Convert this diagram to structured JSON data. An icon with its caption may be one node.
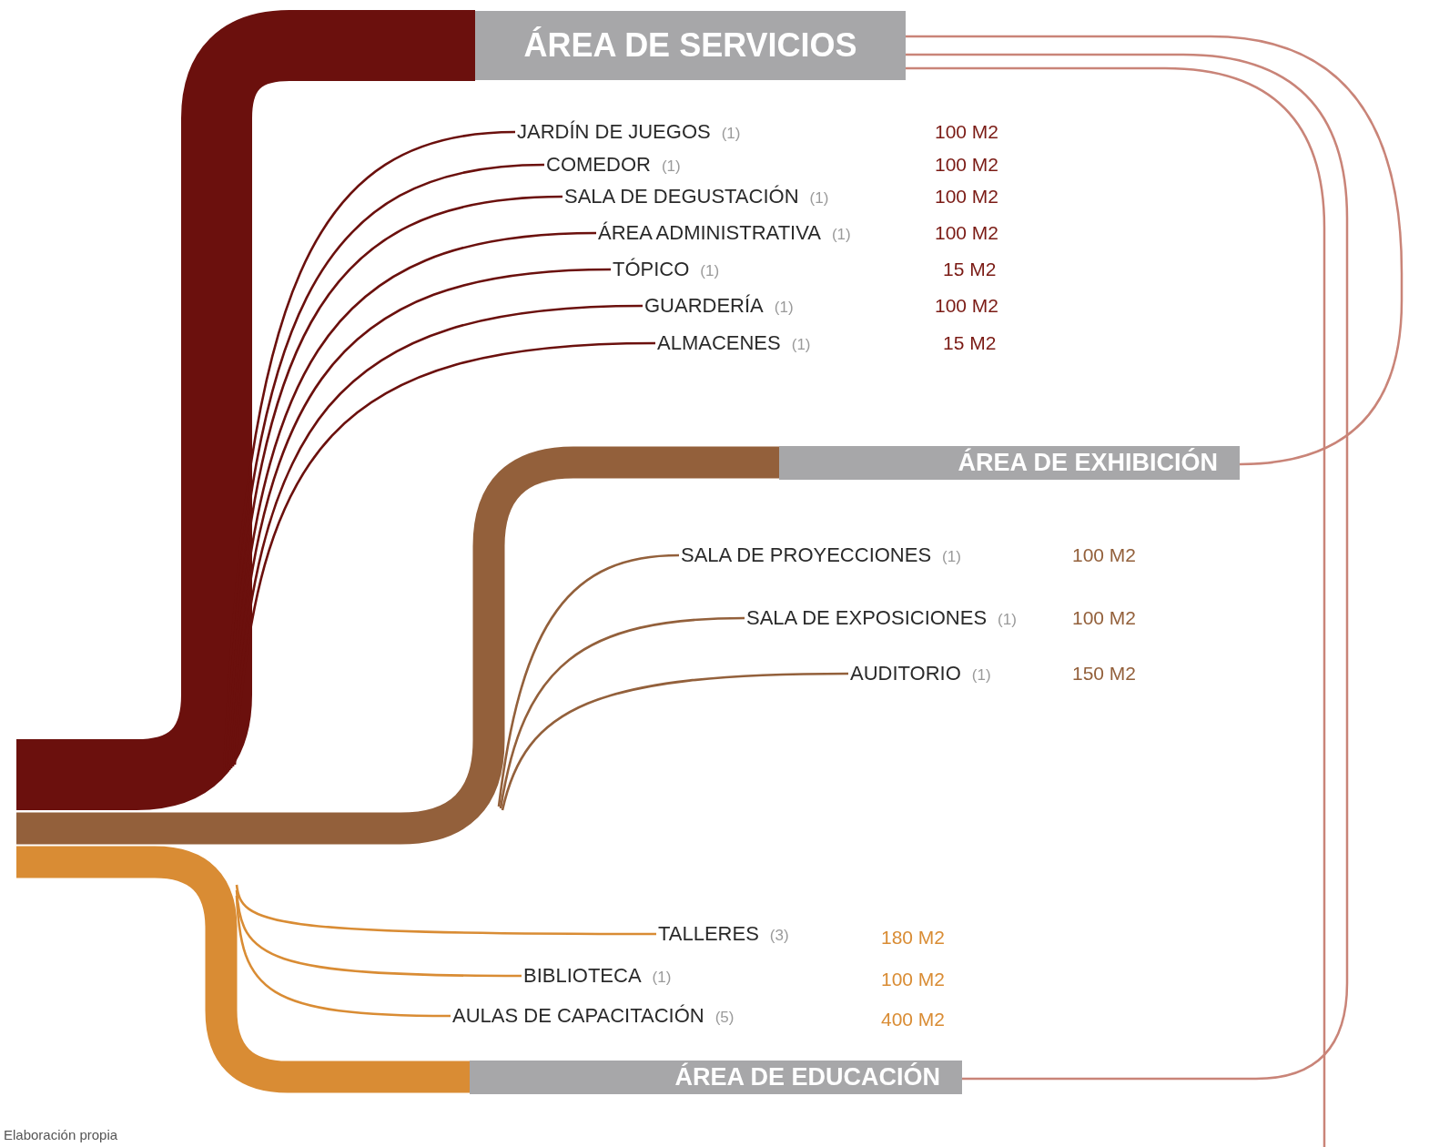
{
  "diagram": {
    "caption": "Elaboración propia",
    "nodes": [
      {
        "text": [
          "ÁREA DE SERVICIOS"
        ]
      },
      {
        "text": [
          "JARDÍN DE JUEGOS",
          "(1)"
        ]
      },
      {
        "text": [
          "COMEDOR",
          "(1)"
        ]
      },
      {
        "text": [
          "SALA DE DEGUSTACIÓN",
          "(1)"
        ]
      },
      {
        "text": [
          "ÁREA ADMINISTRATIVA",
          "(1)"
        ]
      },
      {
        "text": [
          "TÓPICO",
          "(1)"
        ]
      },
      {
        "text": [
          "GUARDERÍA",
          "(1)"
        ]
      },
      {
        "text": [
          "ALMACENES",
          "(1)"
        ]
      },
      {
        "text": [
          "ÁREA DE EXHIBICIÓN"
        ]
      },
      {
        "text": [
          "SALA DE PROYECCIONES",
          "(1)"
        ]
      },
      {
        "text": [
          "SALA DE EXPOSICIONES",
          "(1)"
        ]
      },
      {
        "text": [
          "AUDITORIO",
          "(1)"
        ]
      },
      {
        "text": [
          "ÁREA DE EDUCACIÓN"
        ]
      },
      {
        "text": [
          "TALLERES",
          "(3)"
        ]
      },
      {
        "text": [
          "BIBLIOTECA",
          "(1)"
        ]
      },
      {
        "text": [
          "AULAS DE CAPACITACIÓN",
          "(5)"
        ]
      }
    ],
    "edges": [
      {
        "from": null,
        "to": 0,
        "arrow": "none",
        "style": "thick",
        "color": "#6b100d"
      },
      {
        "from": null,
        "to": 1,
        "arrow": "none",
        "color": "#6b100d"
      },
      {
        "from": null,
        "to": 2,
        "arrow": "none",
        "color": "#6b100d"
      },
      {
        "from": null,
        "to": 3,
        "arrow": "none",
        "color": "#6b100d"
      },
      {
        "from": null,
        "to": 4,
        "arrow": "none",
        "color": "#6b100d"
      },
      {
        "from": null,
        "to": 5,
        "arrow": "none",
        "color": "#6b100d"
      },
      {
        "from": null,
        "to": 6,
        "arrow": "none",
        "color": "#6b100d"
      },
      {
        "from": null,
        "to": 7,
        "arrow": "none",
        "color": "#6b100d"
      },
      {
        "from": null,
        "to": 8,
        "arrow": "none",
        "style": "thick",
        "color": "#93603b"
      },
      {
        "from": null,
        "to": 9,
        "arrow": "none",
        "color": "#93603b"
      },
      {
        "from": null,
        "to": 10,
        "arrow": "none",
        "color": "#93603b"
      },
      {
        "from": null,
        "to": 11,
        "arrow": "none",
        "color": "#93603b"
      },
      {
        "from": null,
        "to": 12,
        "arrow": "none",
        "style": "thick",
        "color": "#d98c34"
      },
      {
        "from": null,
        "to": 13,
        "arrow": "none",
        "color": "#d98c34"
      },
      {
        "from": null,
        "to": 14,
        "arrow": "none",
        "color": "#d98c34"
      },
      {
        "from": null,
        "to": 15,
        "arrow": "none",
        "color": "#d98c34"
      },
      {
        "from": 0,
        "to": 8,
        "arrow": "none",
        "color": "#c98478"
      },
      {
        "from": 0,
        "to": 12,
        "arrow": "none",
        "color": "#c98478"
      },
      {
        "from": 0,
        "to": null,
        "arrow": "none",
        "color": "#c98478"
      }
    ],
    "labels": [
      "100 M2",
      "100 M2",
      "100 M2",
      "100 M2",
      "15 M2",
      "100 M2",
      "15 M2",
      "100 M2",
      "100 M2",
      "150 M2",
      "180 M2",
      "100 M2",
      "400 M2"
    ]
  }
}
